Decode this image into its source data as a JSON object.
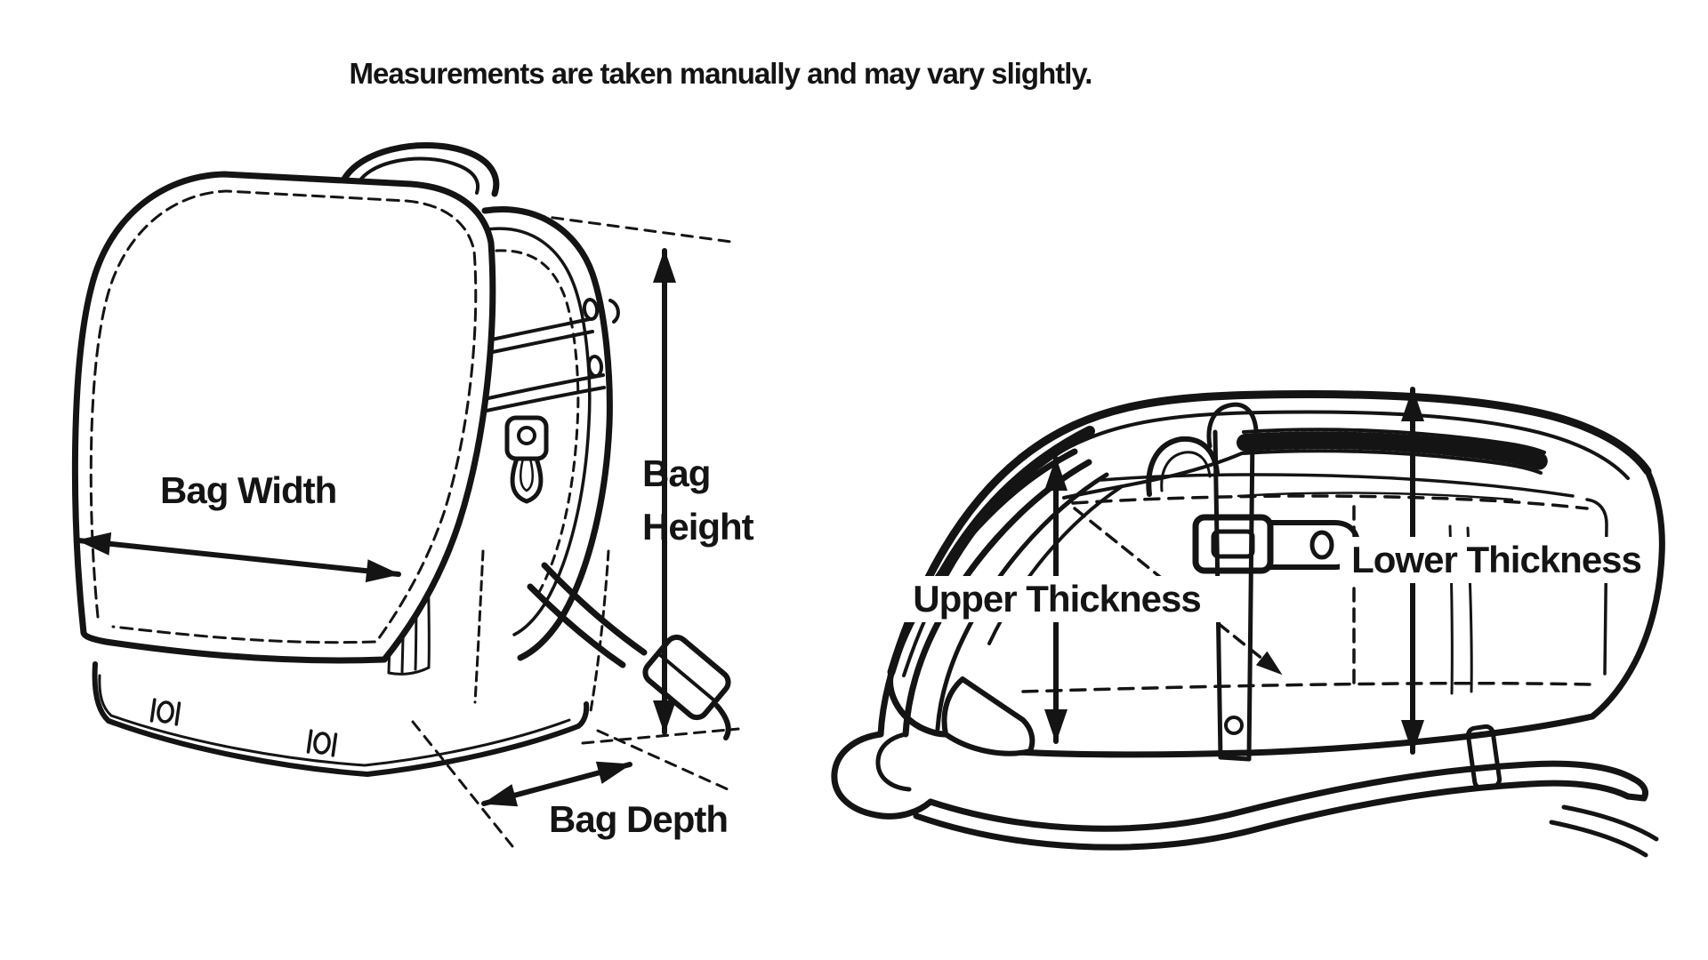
{
  "colors": {
    "background": "#ffffff",
    "ink": "#141414"
  },
  "title": {
    "text": "Measurements are taken manually and may vary slightly."
  },
  "front_view": {
    "labels": {
      "bag_width": "Bag Width",
      "bag_height_line1": "Bag",
      "bag_height_line2": "Height",
      "bag_depth": "Bag Depth"
    }
  },
  "side_view": {
    "labels": {
      "upper_thickness": "Upper Thickness",
      "lower_thickness": "Lower Thickness"
    }
  }
}
